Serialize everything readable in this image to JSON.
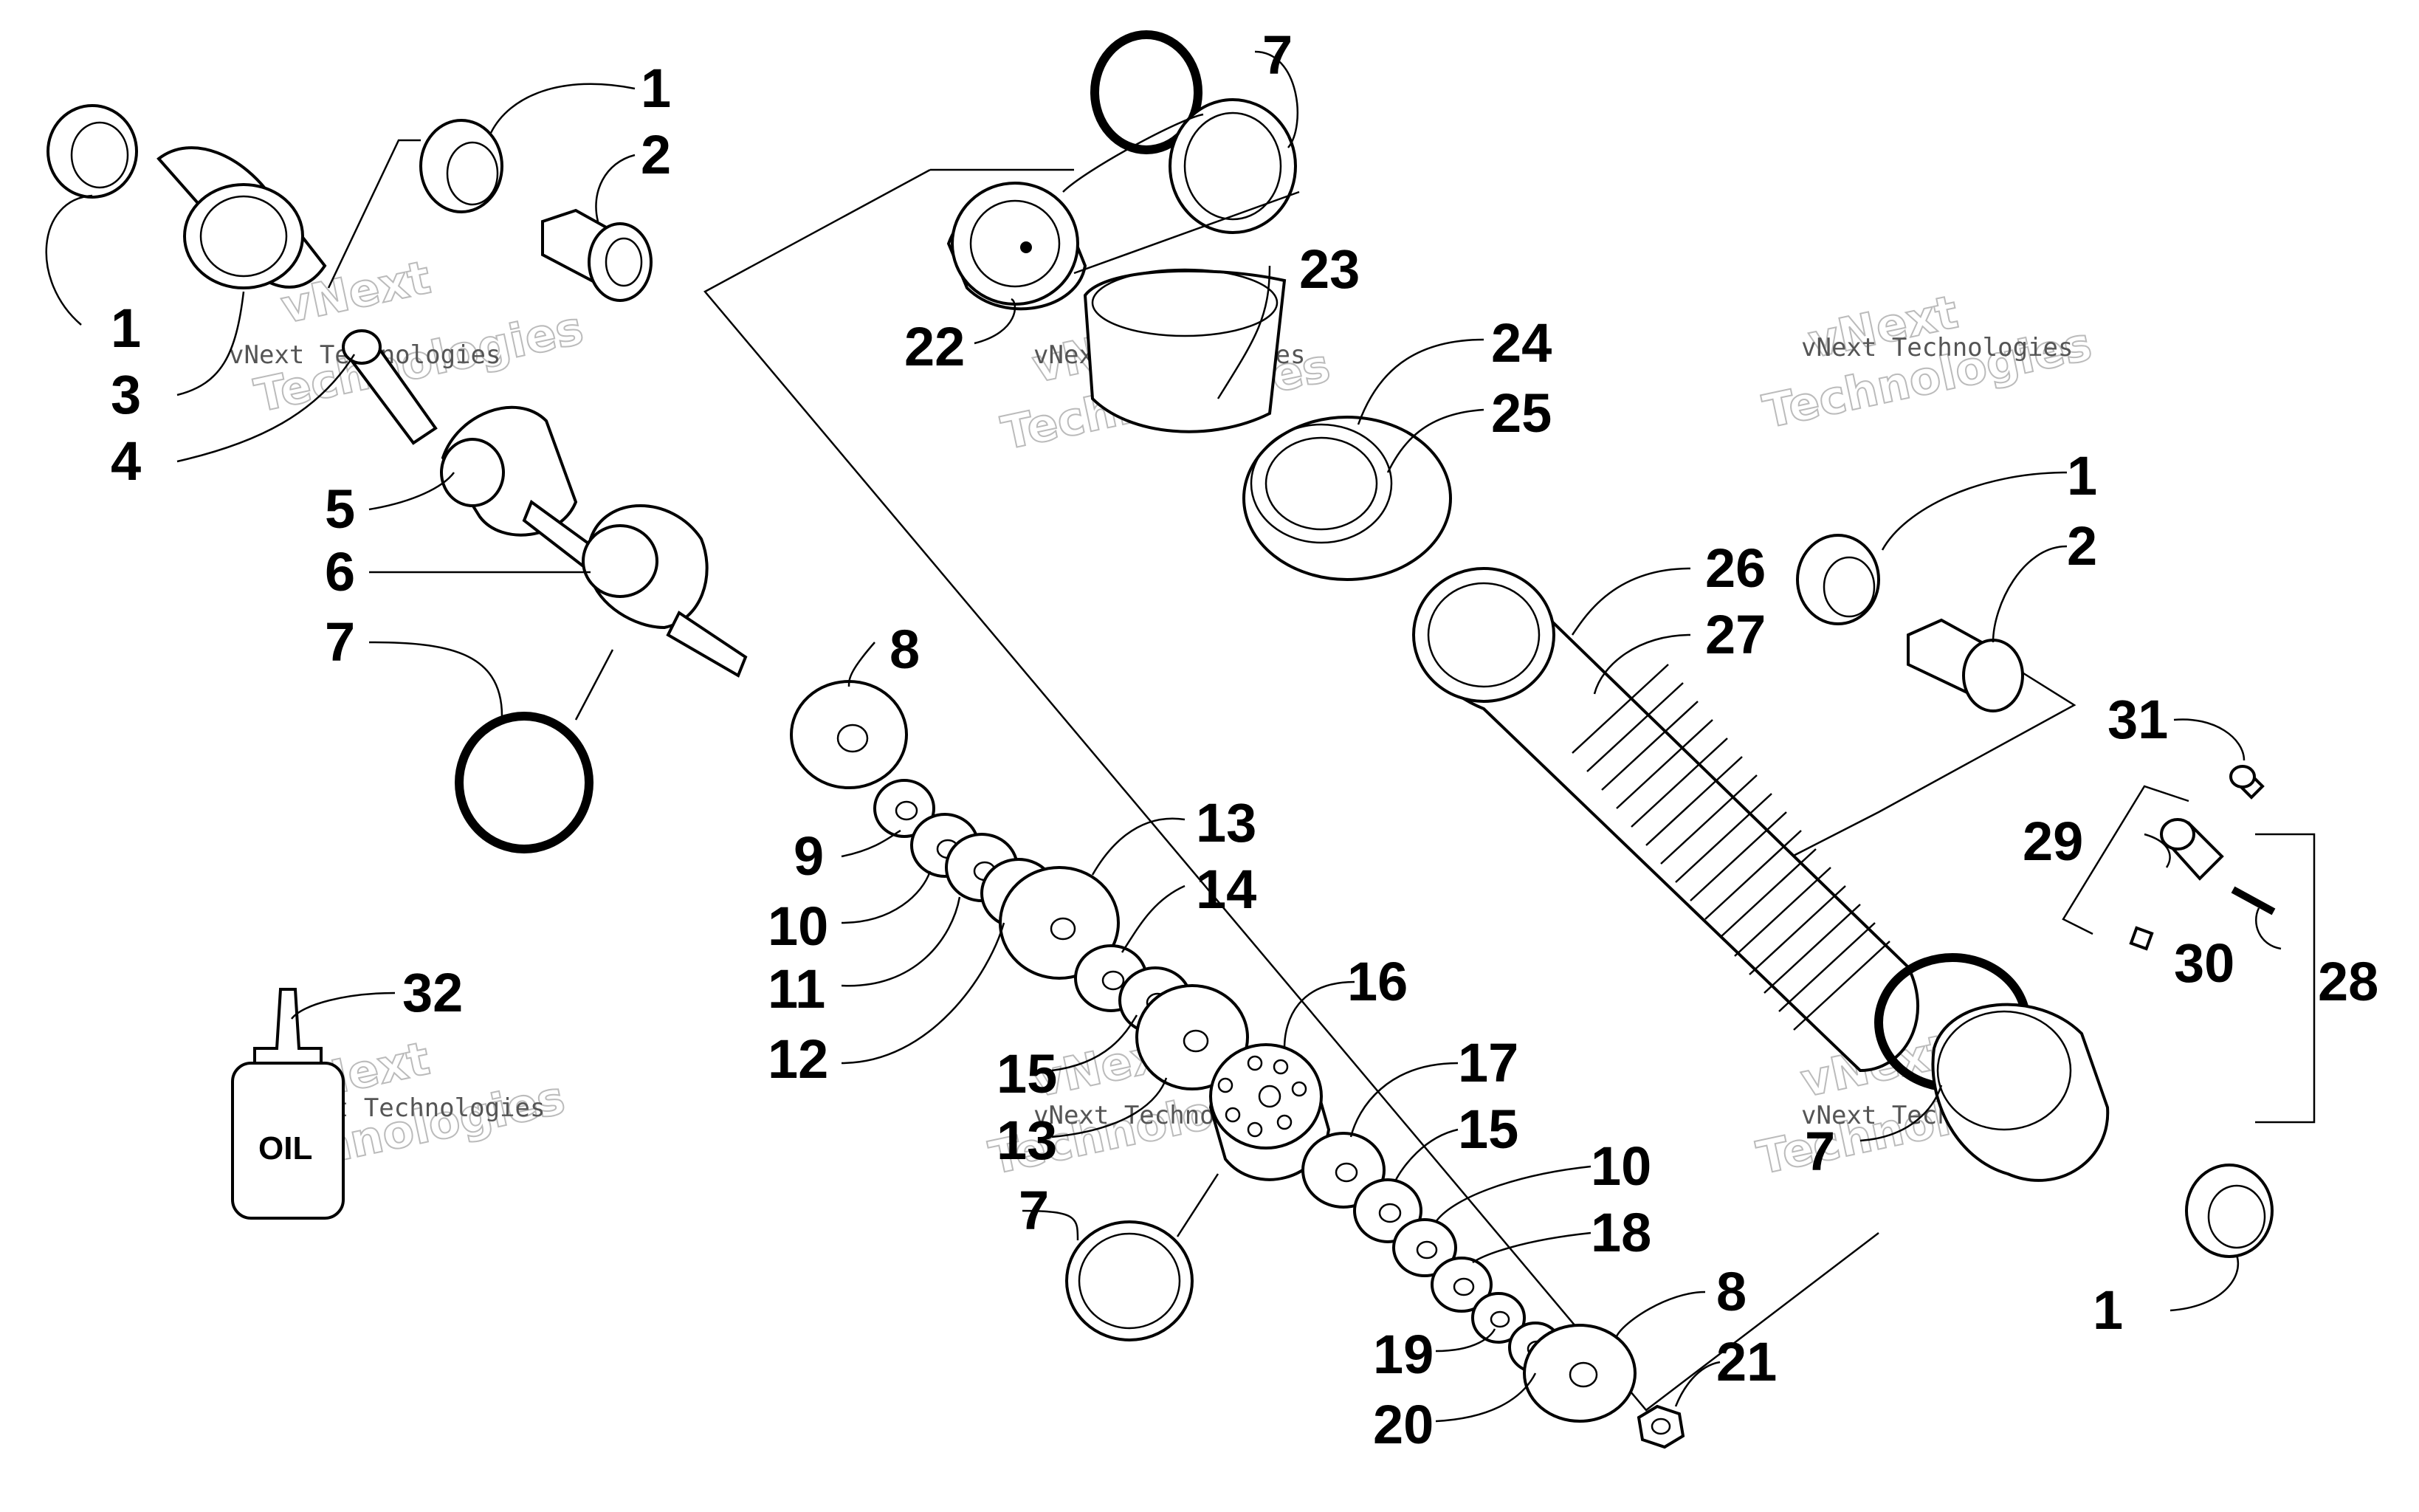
{
  "callouts": [
    {
      "id": "c1a",
      "text": "1"
    },
    {
      "id": "c2a",
      "text": "2"
    },
    {
      "id": "c1b",
      "text": "1"
    },
    {
      "id": "c3",
      "text": "3"
    },
    {
      "id": "c4",
      "text": "4"
    },
    {
      "id": "c5",
      "text": "5"
    },
    {
      "id": "c6",
      "text": "6"
    },
    {
      "id": "c7a",
      "text": "7"
    },
    {
      "id": "c7b",
      "text": "7"
    },
    {
      "id": "c22",
      "text": "22"
    },
    {
      "id": "c23",
      "text": "23"
    },
    {
      "id": "c24",
      "text": "24"
    },
    {
      "id": "c25",
      "text": "25"
    },
    {
      "id": "c26",
      "text": "26"
    },
    {
      "id": "c27",
      "text": "27"
    },
    {
      "id": "c1c",
      "text": "1"
    },
    {
      "id": "c2b",
      "text": "2"
    },
    {
      "id": "c31",
      "text": "31"
    },
    {
      "id": "c29",
      "text": "29"
    },
    {
      "id": "c30",
      "text": "30"
    },
    {
      "id": "c28",
      "text": "28"
    },
    {
      "id": "c1d",
      "text": "1"
    },
    {
      "id": "c7c",
      "text": "7"
    },
    {
      "id": "c8a",
      "text": "8"
    },
    {
      "id": "c9",
      "text": "9"
    },
    {
      "id": "c10a",
      "text": "10"
    },
    {
      "id": "c11",
      "text": "11"
    },
    {
      "id": "c12",
      "text": "12"
    },
    {
      "id": "c13a",
      "text": "13"
    },
    {
      "id": "c14",
      "text": "14"
    },
    {
      "id": "c15a",
      "text": "15"
    },
    {
      "id": "c13b",
      "text": "13"
    },
    {
      "id": "c7d",
      "text": "7"
    },
    {
      "id": "c16",
      "text": "16"
    },
    {
      "id": "c17",
      "text": "17"
    },
    {
      "id": "c15b",
      "text": "15"
    },
    {
      "id": "c10b",
      "text": "10"
    },
    {
      "id": "c18",
      "text": "18"
    },
    {
      "id": "c19",
      "text": "19"
    },
    {
      "id": "c20",
      "text": "20"
    },
    {
      "id": "c8b",
      "text": "8"
    },
    {
      "id": "c21",
      "text": "21"
    },
    {
      "id": "c32",
      "text": "32"
    }
  ],
  "bottle_label": "OIL",
  "watermark": {
    "line1": "vNext",
    "line2": "vNext Technologies",
    "line3": "Technologies"
  }
}
